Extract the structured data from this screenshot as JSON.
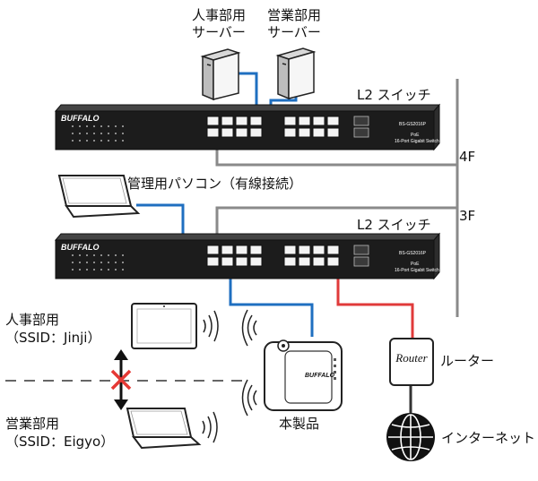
{
  "labels": {
    "hr_server_line1": "人事部用",
    "hr_server_line2": "サーバー",
    "sales_server_line1": "営業部用",
    "sales_server_line2": "サーバー",
    "switch_top": "L2 スイッチ",
    "switch_bottom": "L2 スイッチ",
    "floor_4f": "4F",
    "floor_3f": "3F",
    "admin_pc": "管理用パソコン（有線接続）",
    "hr_dept_line1": "人事部用",
    "hr_dept_line2": "（SSID：Jinji）",
    "sales_dept_line1": "営業部用",
    "sales_dept_line2": "（SSID：Eigyo）",
    "product": "本製品",
    "router_device": "Router",
    "router": "ルーター",
    "internet": "インターネット"
  },
  "switch": {
    "brand": "BUFFALO",
    "model": "BS-GS2016P",
    "badge": "PoE",
    "subtitle": "16-Port Gigabit Switch"
  },
  "ap": {
    "brand": "BUFFALO"
  },
  "icons": [
    "server-icon",
    "laptop-icon",
    "tablet-icon",
    "globe-icon",
    "wifi-waves-icon",
    "blocked-arrow-icon"
  ],
  "colors": {
    "device_dark": "#1c1c1c",
    "ethernet_blue": "#1f6fc0",
    "internet_red": "#e03a3a",
    "backbone_gray": "#8a8a8a",
    "block_x": "#e53935"
  }
}
